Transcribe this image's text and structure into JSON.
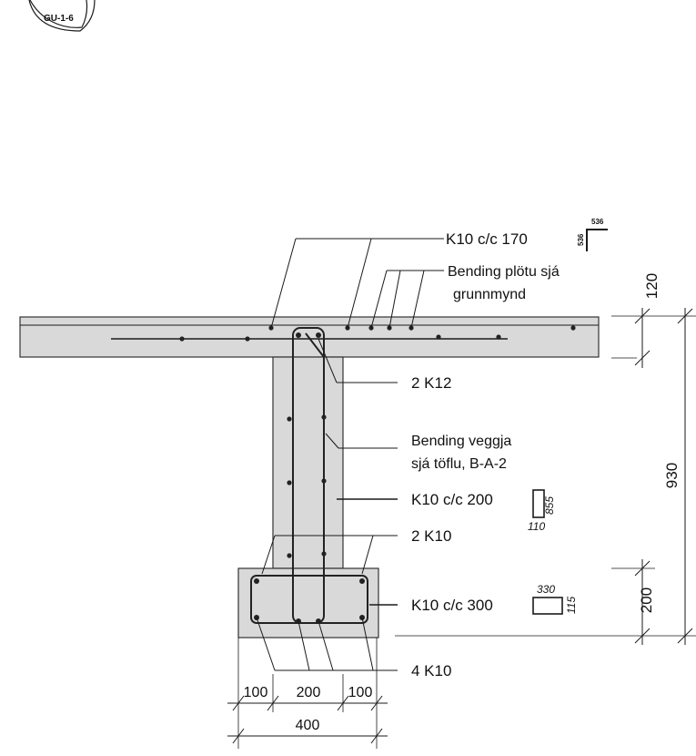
{
  "badge": "GU-1-6",
  "labels": {
    "slab_rebar": "K10 c/c 170",
    "slab_bending_1": "Bending plötu sjá",
    "slab_bending_2": "grunnmynd",
    "top_bars": "2 K12",
    "wall_bending_1": "Bending veggja",
    "wall_bending_2": "sjá töflu,  B-A-2",
    "wall_stirrup": "K10 c/c 200",
    "mid_bars": "2 K10",
    "footing_stirrup": "K10 c/c 300",
    "footing_bars": "4 K10"
  },
  "shape_dims": {
    "hook_a": "536",
    "hook_b": "536",
    "wall_box_h": "855",
    "wall_box_w": "110",
    "foot_box_w": "330",
    "foot_box_h": "115"
  },
  "dimensions": {
    "slab_thickness": "120",
    "total_height": "930",
    "footing_height": "200",
    "left_offset": "100",
    "wall_width": "200",
    "right_offset": "100",
    "footing_width": "400"
  }
}
